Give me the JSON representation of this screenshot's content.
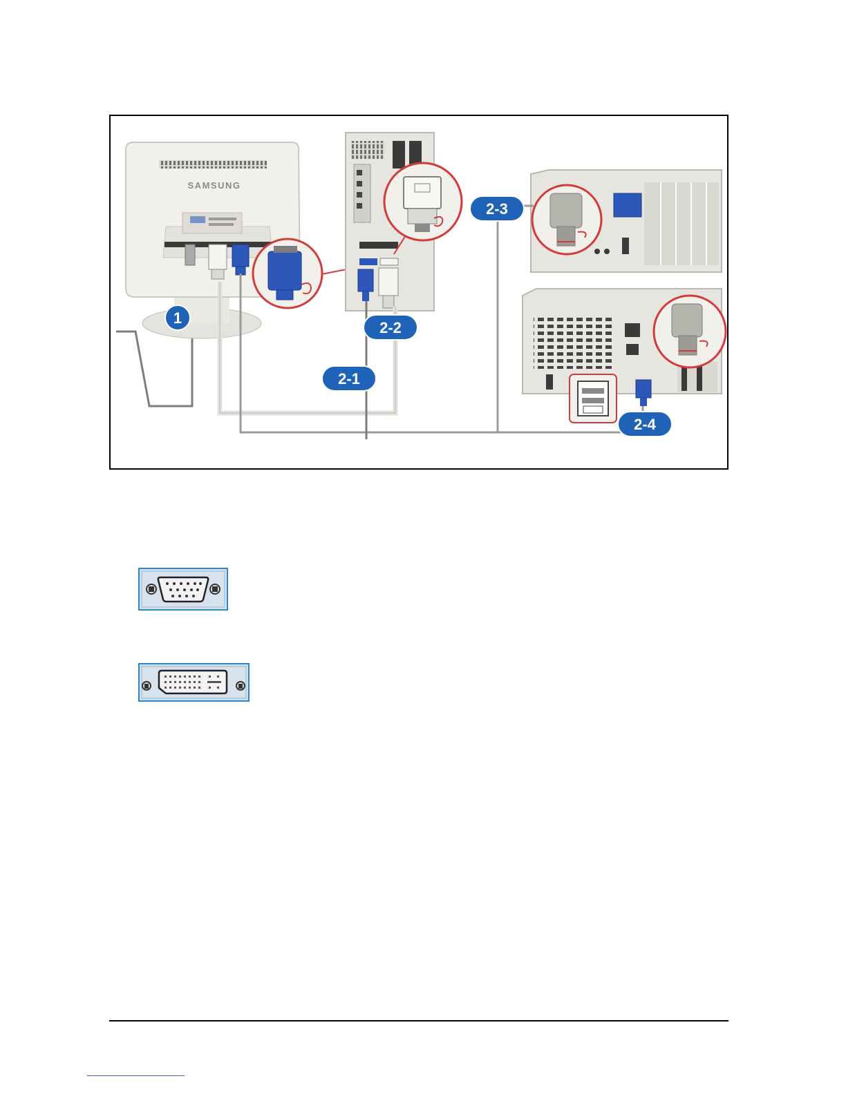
{
  "diagram": {
    "brand_label": "SAMSUNG",
    "step_labels": {
      "step_1": "1",
      "step_2_1": "2-1",
      "step_2_2": "2-2",
      "step_2_3": "2-3",
      "step_2_4": "2-4"
    },
    "colors": {
      "badge_blue": "#1e63b8",
      "connector_blue": "#2d57b8",
      "callout_red": "#d23b3b",
      "cable_gray": "#9a9a9a",
      "cable_light": "#e2e2dc",
      "device_beige": "#ecebe5"
    }
  },
  "ports": [
    {
      "name": "D-Sub (analog) port",
      "icon": "vga-port-icon"
    },
    {
      "name": "DVI (digital) port",
      "icon": "dvi-port-icon"
    }
  ]
}
